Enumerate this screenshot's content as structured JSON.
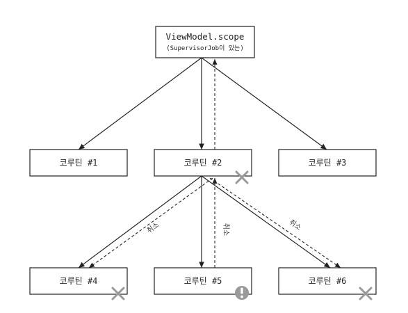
{
  "nodes": {
    "root": {
      "line1": "ViewModel.scope",
      "line2": "(SupervisorJob이 있는)"
    },
    "c1": {
      "label": "코루틴 #1"
    },
    "c2": {
      "label": "코루틴 #2"
    },
    "c3": {
      "label": "코루틴 #3"
    },
    "c4": {
      "label": "코루틴 #4"
    },
    "c5": {
      "label": "코루틴 #5"
    },
    "c6": {
      "label": "코루틴 #6"
    }
  },
  "edge_labels": {
    "c4": "취소",
    "c5": "취소",
    "c6": "취소"
  },
  "markers": {
    "c2": "cancel-x-icon",
    "c4": "cancel-x-icon",
    "c5": "exception-icon",
    "c6": "cancel-x-icon"
  },
  "colors": {
    "line": "#222222",
    "box_border": "#222222",
    "marker": "#9a9a9a"
  }
}
